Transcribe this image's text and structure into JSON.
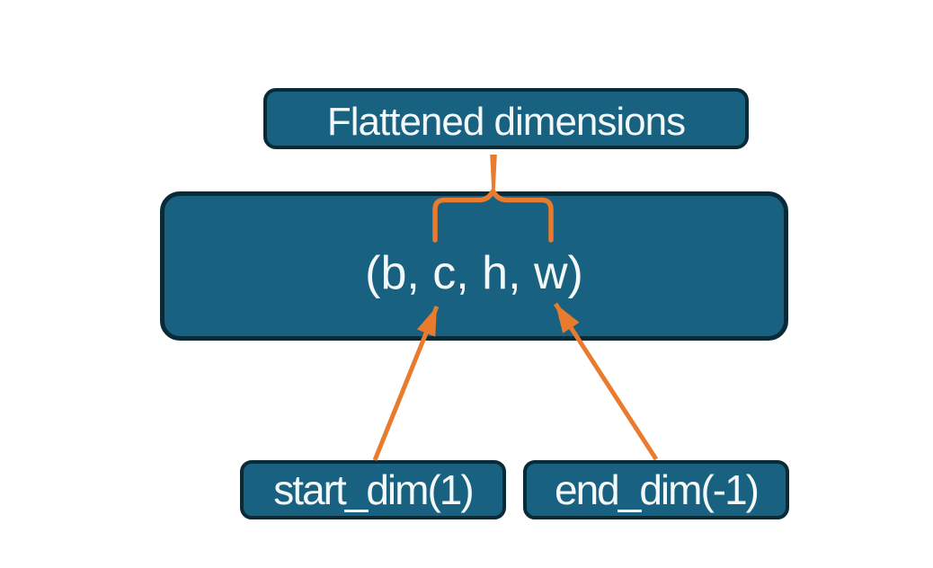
{
  "diagram": {
    "nodes": {
      "flattened": {
        "label": "Flattened dimensions"
      },
      "tensor": {
        "label": "(b, c, h, w)"
      },
      "start_dim": {
        "label": "start_dim(1)"
      },
      "end_dim": {
        "label": "end_dim(-1)"
      }
    },
    "connectors": [
      {
        "name": "brace-stem",
        "from": "flattened",
        "to": "dims-brace"
      },
      {
        "name": "dims-brace",
        "over": "tensor"
      },
      {
        "name": "start-dim-arrow",
        "from": "start_dim",
        "to": "tensor"
      },
      {
        "name": "end-dim-arrow",
        "from": "end_dim",
        "to": "tensor"
      }
    ]
  },
  "colors": {
    "canvas-bg": "#ffffff",
    "node-fill": "#186180",
    "node-border": "#092a37",
    "node-text": "#f4f8f9",
    "connector": "#e87b2e"
  }
}
